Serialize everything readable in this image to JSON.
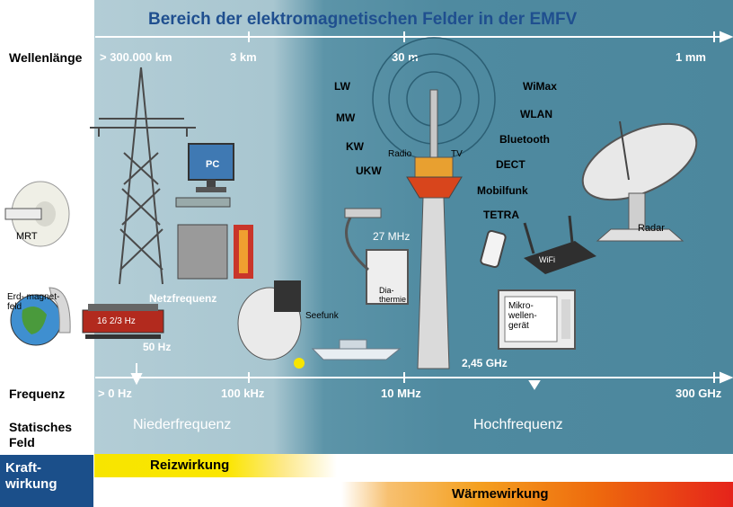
{
  "title": "Bereich der elektromagnetischen Felder in der EMFV",
  "row_labels": {
    "wavelength": "Wellenlänge",
    "frequency": "Frequenz",
    "static_field": "Statisches\nFeld",
    "force_effect": "Kraft-\nwirkung"
  },
  "wavelength_ticks": [
    "> 300.000 km",
    "3 km",
    "30 m",
    "1 mm"
  ],
  "frequency_ticks": [
    "> 0 Hz",
    "100 kHz",
    "10 MHz",
    "300 GHz"
  ],
  "bands": {
    "low": "Niederfrequenz",
    "high": "Hochfrequenz"
  },
  "effects": {
    "stimulation": "Reizwirkung",
    "heating": "Wärmewirkung"
  },
  "broadcast_bands": [
    "LW",
    "MW",
    "KW",
    "UKW"
  ],
  "wireless_labels": [
    "WiMax",
    "WLAN",
    "Bluetooth",
    "DECT",
    "Mobilfunk",
    "TETRA"
  ],
  "objects": {
    "pc": "PC",
    "mrt": "MRT",
    "earth_magnet": "Erd- magnet- feld",
    "train_freq": "16 2/3 Hz",
    "grid_freq": "Netzfrequenz",
    "grid_hz": "50 Hz",
    "diathermy": "Dia-\nthermie",
    "diathermy_freq": "27 MHz",
    "radio": "Radio",
    "tv": "TV",
    "marine_radio": "Seefunk",
    "wifi": "WiFi",
    "microwave": "Mikro-\nwellen-\ngerät",
    "microwave_freq": "2,45 GHz",
    "radar": "Radar"
  },
  "colors": {
    "title": "#1f4f8f",
    "force_box": "#1b4f8a",
    "stimulation": "#f7e500",
    "heating_end": "#e5231b"
  }
}
